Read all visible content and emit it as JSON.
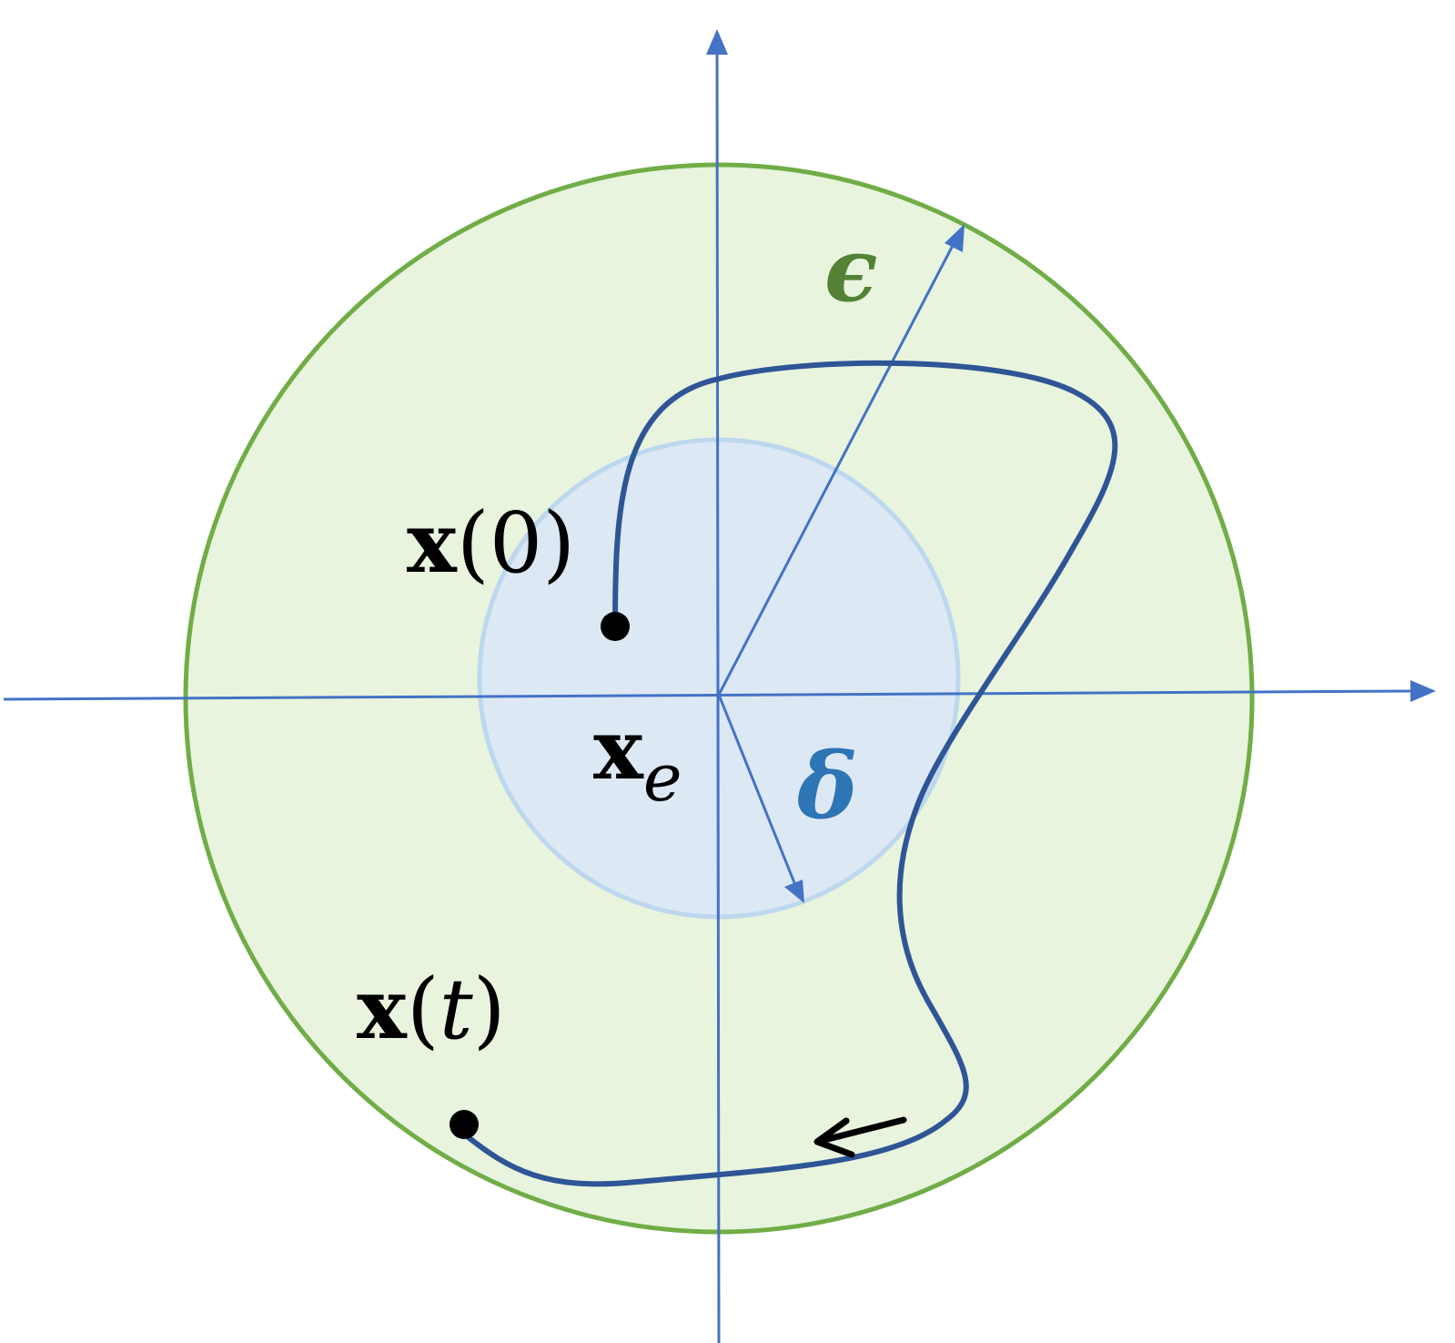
{
  "labels": {
    "x0_base": "x",
    "x0_paren": "(0)",
    "xt_base": "x",
    "xt_open": "(",
    "xt_var": "t",
    "xt_close": ")",
    "xe_base": "x",
    "xe_sub": "e",
    "epsilon": "ϵ",
    "delta": "δ"
  },
  "colors": {
    "axis": "#4472C4",
    "outer_fill": "#E8F4DD",
    "outer_stroke": "#70AD47",
    "inner_fill": "#DDE8F5",
    "inner_stroke": "#BDD7EE",
    "trajectory": "#2F5597",
    "epsilon_text": "#538135",
    "delta_text": "#2E75B6",
    "point": "#000000"
  }
}
